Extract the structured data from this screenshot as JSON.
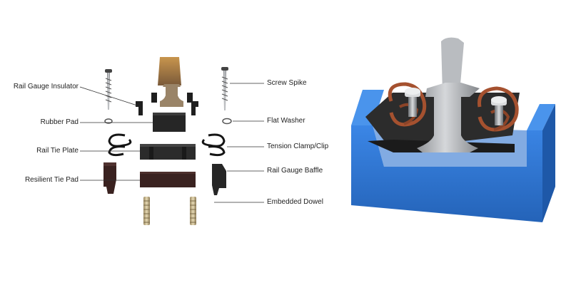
{
  "labels": {
    "rail_gauge_insulator": "Rail Gauge Insulator",
    "rubber_pad": "Rubber Pad",
    "rail_tie_plate": "Rail Tie Plate",
    "resilient_tie_pad": "Resilient Tie Pad",
    "screw_spike": "Screw Spike",
    "flat_washer": "Flat Washer",
    "tension_clamp_clip": "Tension Clamp/Clip",
    "rail_gauge_baffle": "Rail Gauge Baffle",
    "embedded_dowel": "Embedded Dowel"
  },
  "colors": {
    "sleeper_blue": "#2f7ad9",
    "clip_copper": "#a5512f",
    "rail_steel": "#9aa0a6",
    "rubber_dark": "#2a2a2a",
    "pad_brown": "#3a2220"
  }
}
